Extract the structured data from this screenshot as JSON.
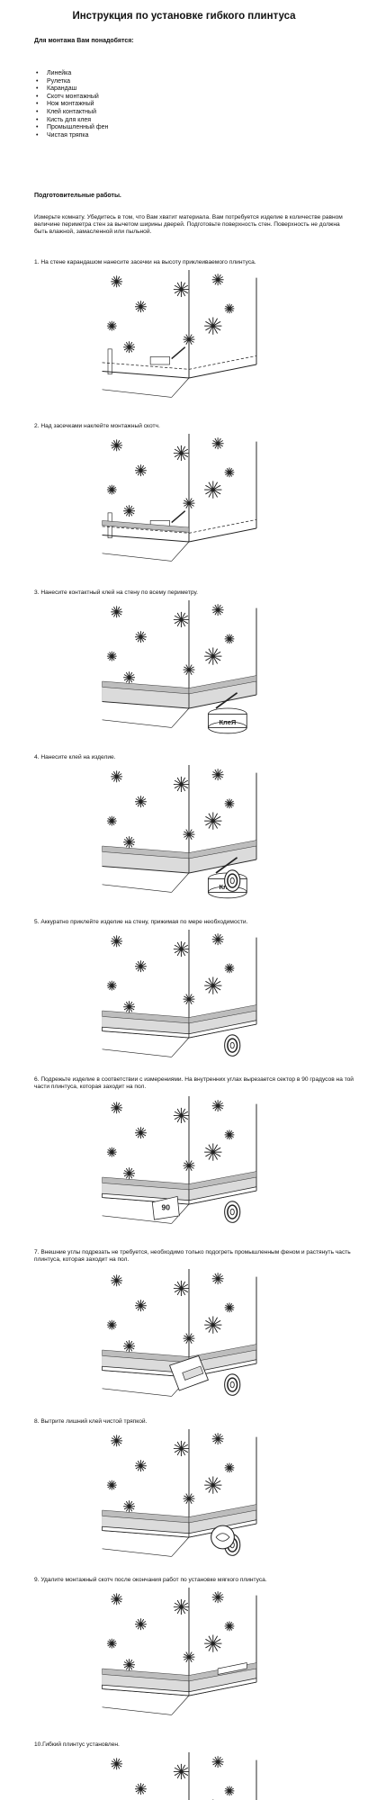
{
  "title": "Инструкция по установке гибкого плинтуса",
  "tools": {
    "heading": "Для монтажа Вам понадобятся:",
    "items": [
      "Линейка",
      "Рулетка",
      "Карандаш",
      "Скотч монтажный",
      "Нож монтажный",
      "Клей контактный",
      "Кисть для клея",
      "Промышленный фен",
      "Чистая тряпка"
    ]
  },
  "prep": {
    "heading": "Подготовительные работы.",
    "text": "Измерьте комнату. Убедитесь в том, что Вам хватит материала. Вам потребуется изделие в количестве равном величине периметра стен за вычетом ширины дверей. Подготовьте поверхность стен. Поверхность не должна быть влажной, замасленной или пыльной."
  },
  "steps": [
    "1.  На стене карандашом нанесите засечки на высоту приклеиваемого плинтуса.",
    "2.  Над засечками наклейте монтажный скотч.",
    "3.  Нанесите контактный клей на стену по всему периметру.",
    "4.  Нанесите клей на изделие.",
    "5.  Аккуратно приклейте изделие на стену, прижимая по мере необходимости.",
    "6.  Подрежьте изделие в соответствии с измерениями. На внутренних углах вырезается сектор в 90 градусов на той части плинтуса, которая заходит на пол.",
    "7.  Внешние углы подрезать не требуется, необходимо только подогреть промышленным феном и растянуть часть плинтуса, которая заходит на пол.",
    "8.  Вытрите лишний клей чистой тряпкой.",
    "9.  Удалите монтажный скотч после окончания работ по установке мягкого плинтуса.",
    "10.Гибкий плинтус установлен."
  ],
  "labels": {
    "glue_can": "КлеЯ",
    "angle": "90"
  },
  "colors": {
    "ink": "#222222",
    "tape": "#bdbdbd",
    "glue": "#9a9a9a",
    "plinth": "#555555"
  }
}
